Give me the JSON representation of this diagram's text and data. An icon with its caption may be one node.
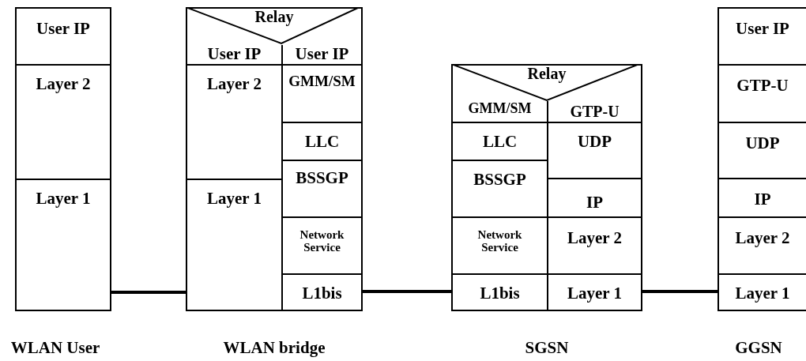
{
  "diagram": {
    "nodes": [
      {
        "text": [
          "User IP"
        ]
      },
      {
        "text": [
          "Layer 2"
        ]
      },
      {
        "text": [
          "Layer 1"
        ]
      },
      {
        "text": [
          "Relay"
        ]
      },
      {
        "text": [
          "User IP"
        ]
      },
      {
        "text": [
          "User IP"
        ]
      },
      {
        "text": [
          "Layer 2"
        ]
      },
      {
        "text": [
          "GMM/SM"
        ]
      },
      {
        "text": [
          "LLC"
        ]
      },
      {
        "text": [
          "Layer 1"
        ]
      },
      {
        "text": [
          "BSSGP"
        ]
      },
      {
        "text": [
          "Network Service"
        ]
      },
      {
        "text": [
          "L1bis"
        ]
      },
      {
        "text": [
          "Relay"
        ]
      },
      {
        "text": [
          "GMM/SM"
        ]
      },
      {
        "text": [
          "GTP-U"
        ]
      },
      {
        "text": [
          "LLC"
        ]
      },
      {
        "text": [
          "UDP"
        ]
      },
      {
        "text": [
          "BSSGP"
        ]
      },
      {
        "text": [
          "IP"
        ]
      },
      {
        "text": [
          "Network Service"
        ]
      },
      {
        "text": [
          "Layer 2"
        ]
      },
      {
        "text": [
          "L1bis"
        ]
      },
      {
        "text": [
          "Layer 1"
        ]
      },
      {
        "text": [
          "User IP"
        ]
      },
      {
        "text": [
          "GTP-U"
        ]
      },
      {
        "text": [
          "UDP"
        ]
      },
      {
        "text": [
          "IP"
        ]
      },
      {
        "text": [
          "Layer 2"
        ]
      },
      {
        "text": [
          "Layer 1"
        ]
      }
    ],
    "edges": [
      {
        "from": 2,
        "to": 9,
        "arrow": "none"
      },
      {
        "from": 12,
        "to": 22,
        "arrow": "none"
      },
      {
        "from": 23,
        "to": 29,
        "arrow": "none"
      }
    ],
    "labels": [
      "WLAN User",
      "WLAN bridge",
      "SGSN",
      "GGSN"
    ]
  }
}
